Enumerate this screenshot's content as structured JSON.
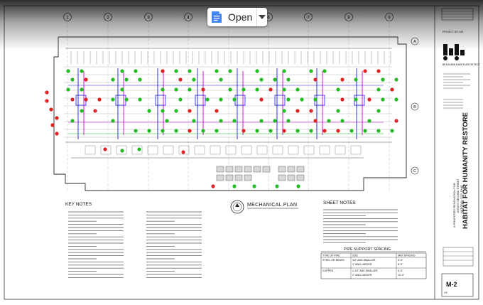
{
  "toolbar": {
    "open_label": "Open",
    "doc_icon": "docs-icon",
    "dropdown_icon": "chevron-down-icon",
    "accent": "#4285f4"
  },
  "plan": {
    "title": "MECHANICAL PLAN",
    "grid_numbers": [
      "1",
      "2",
      "3",
      "4",
      "5",
      "6",
      "7",
      "8",
      "9"
    ],
    "grid_letters": [
      "A",
      "B",
      "C"
    ]
  },
  "key_notes": {
    "title": "KEY NOTES"
  },
  "sheet_notes": {
    "title": "SHEET NOTES"
  },
  "pipe_table": {
    "title": "PIPE SUPPORT SPACING",
    "headers": [
      "TYPE OF PIPE",
      "SIZE",
      "MAX SPACING"
    ],
    "rows": [
      [
        "STEEL OR BRASS",
        "3/4\" AND SMALLER",
        "5'-0\""
      ],
      [
        "",
        "1\" AND LARGER",
        "8'-0\""
      ],
      [
        "COPPER",
        "1-1/2\" AND SMALLER",
        "6'-0\""
      ],
      [
        "",
        "2\" AND LARGER",
        "10'-0\""
      ]
    ]
  },
  "title_block": {
    "firm": "BENJAMIN BAKER ARCHITECT",
    "project_no": "PROJECT NO. 814",
    "project_title": "HABITAT FOR HUMANITY RESTORE",
    "address": "15 EAST SECOND STREET",
    "city": "NATIONAL CITY, OHIO",
    "proposal_line": "A PROPOSED RENOVATION FOR",
    "sheet_number": "M-2",
    "sheet_of": "OF"
  },
  "colors": {
    "paper": "#ffffff",
    "linework": "#2a2a2a",
    "fixture_green": "#22bb22",
    "fixture_red": "#dd2222",
    "duct_blue": "#1a1ae0",
    "pipe_magenta": "#cc00cc"
  }
}
